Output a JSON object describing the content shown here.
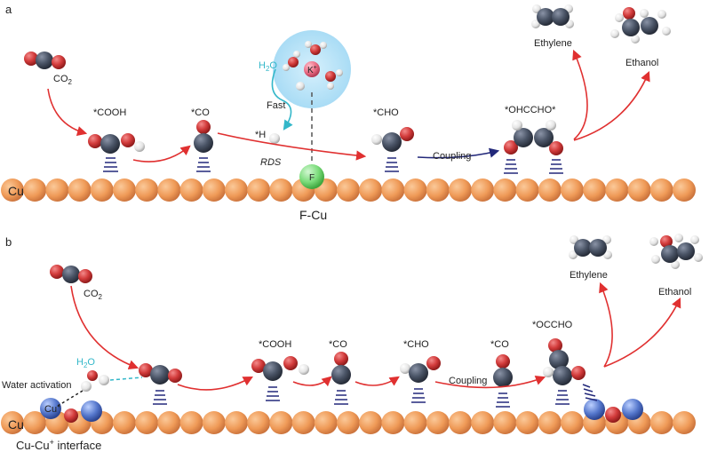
{
  "panels": [
    {
      "letter": "a",
      "surface": "Cu",
      "caption": "F-Cu",
      "co2": "CO",
      "co2_sub": "2",
      "cooh": "*COOH",
      "co": "*CO",
      "cho": "*CHO",
      "ohccho": "*OHCCHO*",
      "ethylene": "Ethylene",
      "ethanol": "Ethanol",
      "h2o": "H",
      "h2o_sub": "2",
      "h2o_tail": "O",
      "fast": "Fast",
      "h": "*H",
      "rds": "RDS",
      "coupling": "Coupling",
      "k": "K",
      "k_sup": "+",
      "f": "F"
    },
    {
      "letter": "b",
      "surface": "Cu",
      "caption_main": "Cu-Cu",
      "caption_sup": "+",
      "caption_tail": " interface",
      "co2": "CO",
      "co2_sub": "2",
      "h2o": "H",
      "h2o_sub": "2",
      "h2o_tail": "O",
      "water": "Water activation",
      "cuplus": "Cu",
      "cuplus_sup": "+",
      "cooh": "*COOH",
      "co1": "*CO",
      "cho": "*CHO",
      "co2ads": "*CO",
      "occho": "*OCCHO",
      "coupling": "Coupling",
      "ethylene": "Ethylene",
      "ethanol": "Ethanol"
    }
  ],
  "colors": {
    "copper": "#ef9a57",
    "copper_dark": "#c8703a",
    "carbon": "#4a5466",
    "oxygen": "#d23b3b",
    "hydrogen": "#e4e4e4",
    "arrow": "#e03030",
    "cyan": "#33b7c9",
    "navy": "#22287a",
    "halo": "#a9dcf5",
    "fluorine": "#7bdc7b",
    "cuplus": "#5577cc"
  }
}
